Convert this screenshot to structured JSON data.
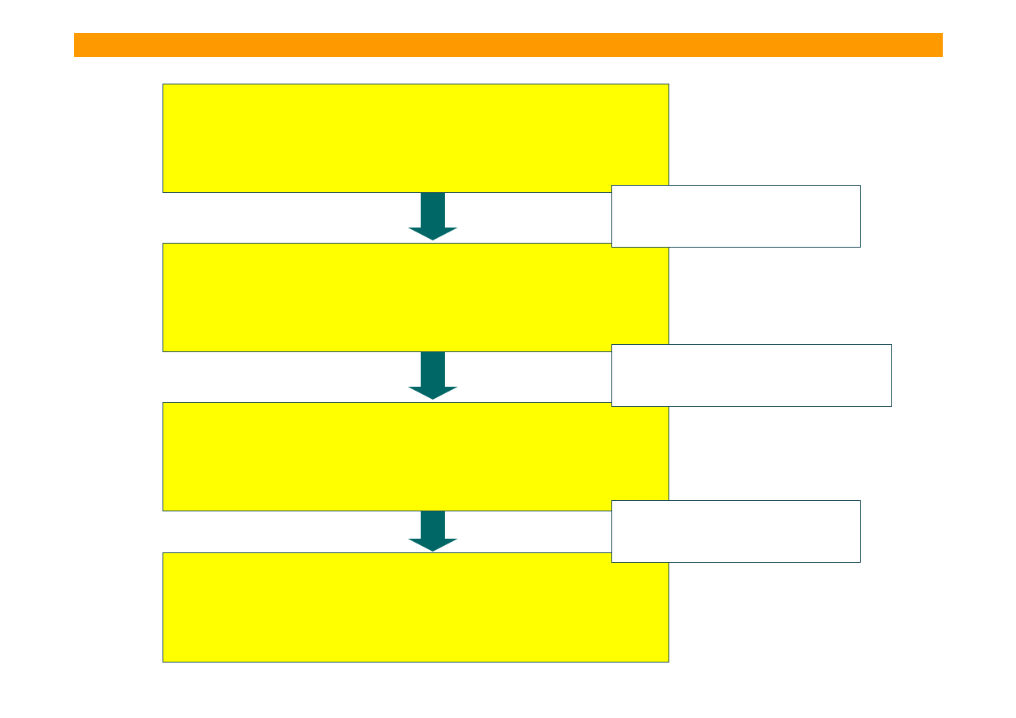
{
  "colors": {
    "title_bar": "#ff9900",
    "step_fill": "#ffff00",
    "note_fill": "#ffffff",
    "arrow": "#006666",
    "border": "#1f4e5a"
  },
  "diagram": {
    "title": "",
    "steps": [
      {
        "label": ""
      },
      {
        "label": ""
      },
      {
        "label": ""
      },
      {
        "label": ""
      }
    ],
    "notes": [
      {
        "label": ""
      },
      {
        "label": ""
      },
      {
        "label": ""
      }
    ],
    "edges": [
      {
        "from": 0,
        "to": 1
      },
      {
        "from": 1,
        "to": 2
      },
      {
        "from": 2,
        "to": 3
      }
    ]
  }
}
